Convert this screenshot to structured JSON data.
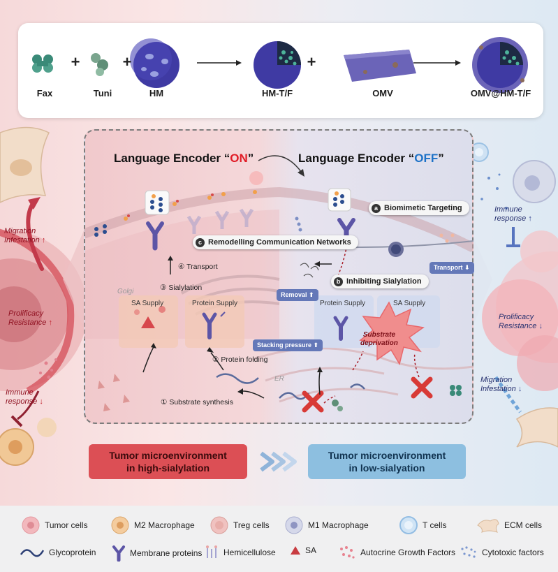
{
  "synthesis": {
    "items": [
      {
        "label": "Fax"
      },
      {
        "label": "Tuni"
      },
      {
        "label": "HM"
      },
      {
        "label": "HM-T/F"
      },
      {
        "label": "OMV"
      },
      {
        "label": "OMV@HM-T/F"
      }
    ],
    "plus": "+"
  },
  "left_encoder": {
    "prefix": "Language Encoder “",
    "word": "ON",
    "suffix": "”"
  },
  "right_encoder": {
    "prefix": "Language Encoder “",
    "word": "OFF",
    "suffix": "”"
  },
  "callouts": {
    "a": {
      "badge": "a",
      "text": "Biomimetic Targeting"
    },
    "b": {
      "badge": "b",
      "text": "Inhibiting Sialylation"
    },
    "c": {
      "badge": "c",
      "text": "Remodelling Communication Networks"
    }
  },
  "steps": {
    "transport": "④ Transport",
    "sialylation": "③ Sialylation",
    "protein_folding": "② Protein folding",
    "substrate_synthesis": "① Substrate synthesis"
  },
  "organelles": {
    "golgi": "Golgi",
    "er": "ER"
  },
  "supply": {
    "sa_supply_left": "SA Supply",
    "protein_supply_left": "Protein Supply",
    "protein_supply_right": "Protein Supply",
    "sa_supply_right": "SA Supply"
  },
  "substrate_deprivation": {
    "line1": "Substrate",
    "line2": "deprivation"
  },
  "tags": {
    "transport": "Transport",
    "removal": "Removal",
    "stacking": "Stacking pressure"
  },
  "left_side": {
    "migration": {
      "line1": "Migration",
      "line2": "Infestation"
    },
    "prolificacy": {
      "line1": "Prolificacy",
      "line2": "Resistance"
    },
    "immune": {
      "line1": "Immune",
      "line2": "response"
    }
  },
  "right_side": {
    "immune": {
      "line1": "Immune",
      "line2": "response"
    },
    "prolificacy": {
      "line1": "Prolificacy",
      "line2": "Resistance"
    },
    "migration": {
      "line1": "Migration",
      "line2": "Infestation"
    }
  },
  "tme": {
    "high": {
      "line1": "Tumor microenvironment",
      "line2": "in high-sialylation"
    },
    "low": {
      "line1": "Tumor microenvironment",
      "line2": "in low-sialyation"
    }
  },
  "legend": {
    "tumor_cells": "Tumor cells",
    "m2_macrophage": "M2 Macrophage",
    "treg_cells": "Treg cells",
    "m1_macrophage": "M1 Macrophage",
    "t_cells": "T cells",
    "ecm_cells": "ECM cells",
    "glycoprotein": "Glycoprotein",
    "membrane_proteins": "Membrane proteins",
    "hemicellulose": "Hemicellulose",
    "sa": "SA",
    "autocrine": "Autocrine Growth Factors",
    "cytotoxic": "Cytotoxic factors"
  },
  "colors": {
    "on_red": "#e11c26",
    "off_blue": "#1d72c7",
    "high_box": "#dc4f55",
    "low_box": "#8dbfe0",
    "tag_blue": "#6478b8",
    "up_arrow_red": "#c0202c",
    "down_arrow_blue": "#2d3d8a",
    "nanoparticle_purple": "#3f3aa3"
  }
}
